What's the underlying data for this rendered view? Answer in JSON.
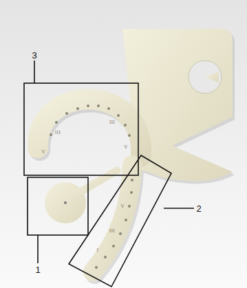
{
  "diagram": {
    "labels": [
      "3",
      "2",
      "1",
      "III",
      "V",
      "III",
      "V",
      "V",
      "III",
      "I"
    ]
  }
}
